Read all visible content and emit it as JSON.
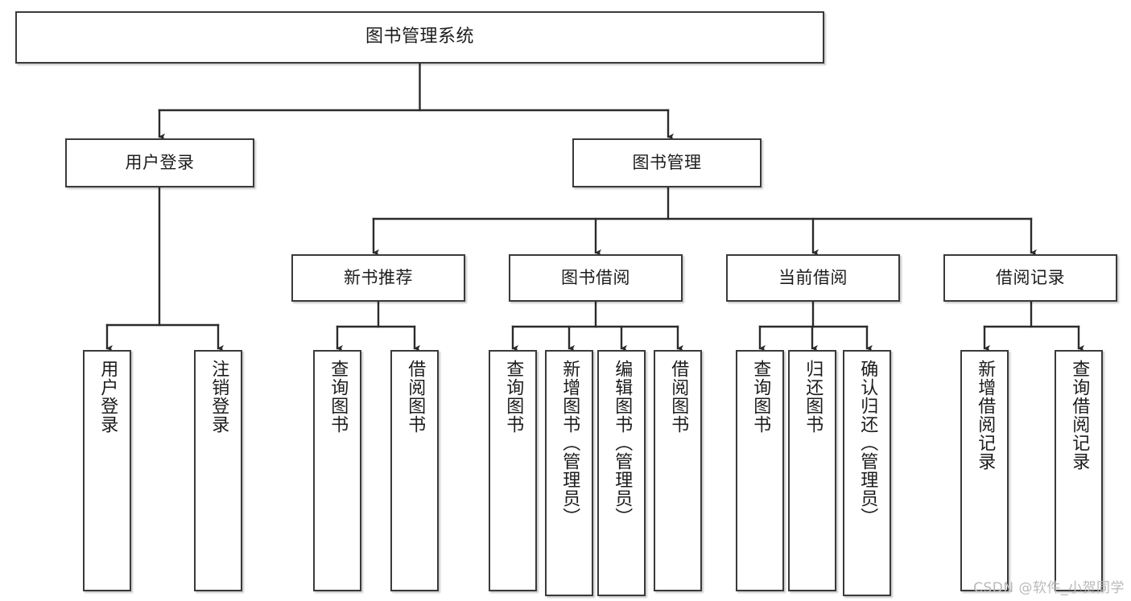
{
  "diagram": {
    "type": "tree",
    "title": "图书管理系统",
    "orientation": "top-down",
    "levels": 4,
    "nodes": {
      "root": {
        "label": "图书管理系统",
        "level": 1
      },
      "l2_user_login": {
        "label": "用户登录",
        "level": 2
      },
      "l2_book_manage": {
        "label": "图书管理",
        "level": 2
      },
      "l3_new_book_rec": {
        "label": "新书推荐",
        "level": 3
      },
      "l3_book_borrow": {
        "label": "图书借阅",
        "level": 3
      },
      "l3_current_borrow": {
        "label": "当前借阅",
        "level": 3
      },
      "l3_borrow_record": {
        "label": "借阅记录",
        "level": 3
      },
      "leaf_user_login": {
        "label": "用户登录",
        "level": 4
      },
      "leaf_logout": {
        "label": "注销登录",
        "level": 4
      },
      "leaf_query_book_1": {
        "label": "查询图书",
        "level": 4
      },
      "leaf_borrow_book_1": {
        "label": "借阅图书",
        "level": 4
      },
      "leaf_query_book_2": {
        "label": "查询图书",
        "level": 4
      },
      "leaf_add_book": {
        "label": "新增图书（管理员）",
        "level": 4
      },
      "leaf_edit_book": {
        "label": "编辑图书（管理员）",
        "level": 4
      },
      "leaf_borrow_book_2": {
        "label": "借阅图书",
        "level": 4
      },
      "leaf_query_book_3": {
        "label": "查询图书",
        "level": 4
      },
      "leaf_return_book": {
        "label": "归还图书",
        "level": 4
      },
      "leaf_confirm_return": {
        "label": "确认归还（管理员）",
        "level": 4
      },
      "leaf_add_record": {
        "label": "新增借阅记录",
        "level": 4
      },
      "leaf_query_record": {
        "label": "查询借阅记录",
        "level": 4
      }
    },
    "edges": [
      {
        "from": "root",
        "to": "l2_user_login"
      },
      {
        "from": "root",
        "to": "l2_book_manage"
      },
      {
        "from": "l2_user_login",
        "to": "leaf_user_login"
      },
      {
        "from": "l2_user_login",
        "to": "leaf_logout"
      },
      {
        "from": "l2_book_manage",
        "to": "l3_new_book_rec"
      },
      {
        "from": "l2_book_manage",
        "to": "l3_book_borrow"
      },
      {
        "from": "l2_book_manage",
        "to": "l3_current_borrow"
      },
      {
        "from": "l2_book_manage",
        "to": "l3_borrow_record"
      },
      {
        "from": "l3_new_book_rec",
        "to": "leaf_query_book_1"
      },
      {
        "from": "l3_new_book_rec",
        "to": "leaf_borrow_book_1"
      },
      {
        "from": "l3_book_borrow",
        "to": "leaf_query_book_2"
      },
      {
        "from": "l3_book_borrow",
        "to": "leaf_add_book"
      },
      {
        "from": "l3_book_borrow",
        "to": "leaf_edit_book"
      },
      {
        "from": "l3_book_borrow",
        "to": "leaf_borrow_book_2"
      },
      {
        "from": "l3_current_borrow",
        "to": "leaf_query_book_3"
      },
      {
        "from": "l3_current_borrow",
        "to": "leaf_return_book"
      },
      {
        "from": "l3_current_borrow",
        "to": "leaf_confirm_return"
      },
      {
        "from": "l3_borrow_record",
        "to": "leaf_add_record"
      },
      {
        "from": "l3_borrow_record",
        "to": "leaf_query_record"
      }
    ],
    "colors": {
      "box_border": "#3a3a3a",
      "box_fill": "#ffffff",
      "connector": "#2b2b2b",
      "text": "#1c1c1c",
      "watermark": "#b9b9b9",
      "background": "#ffffff"
    }
  },
  "watermark": {
    "text": "CSDN @软件_小贺同学"
  }
}
